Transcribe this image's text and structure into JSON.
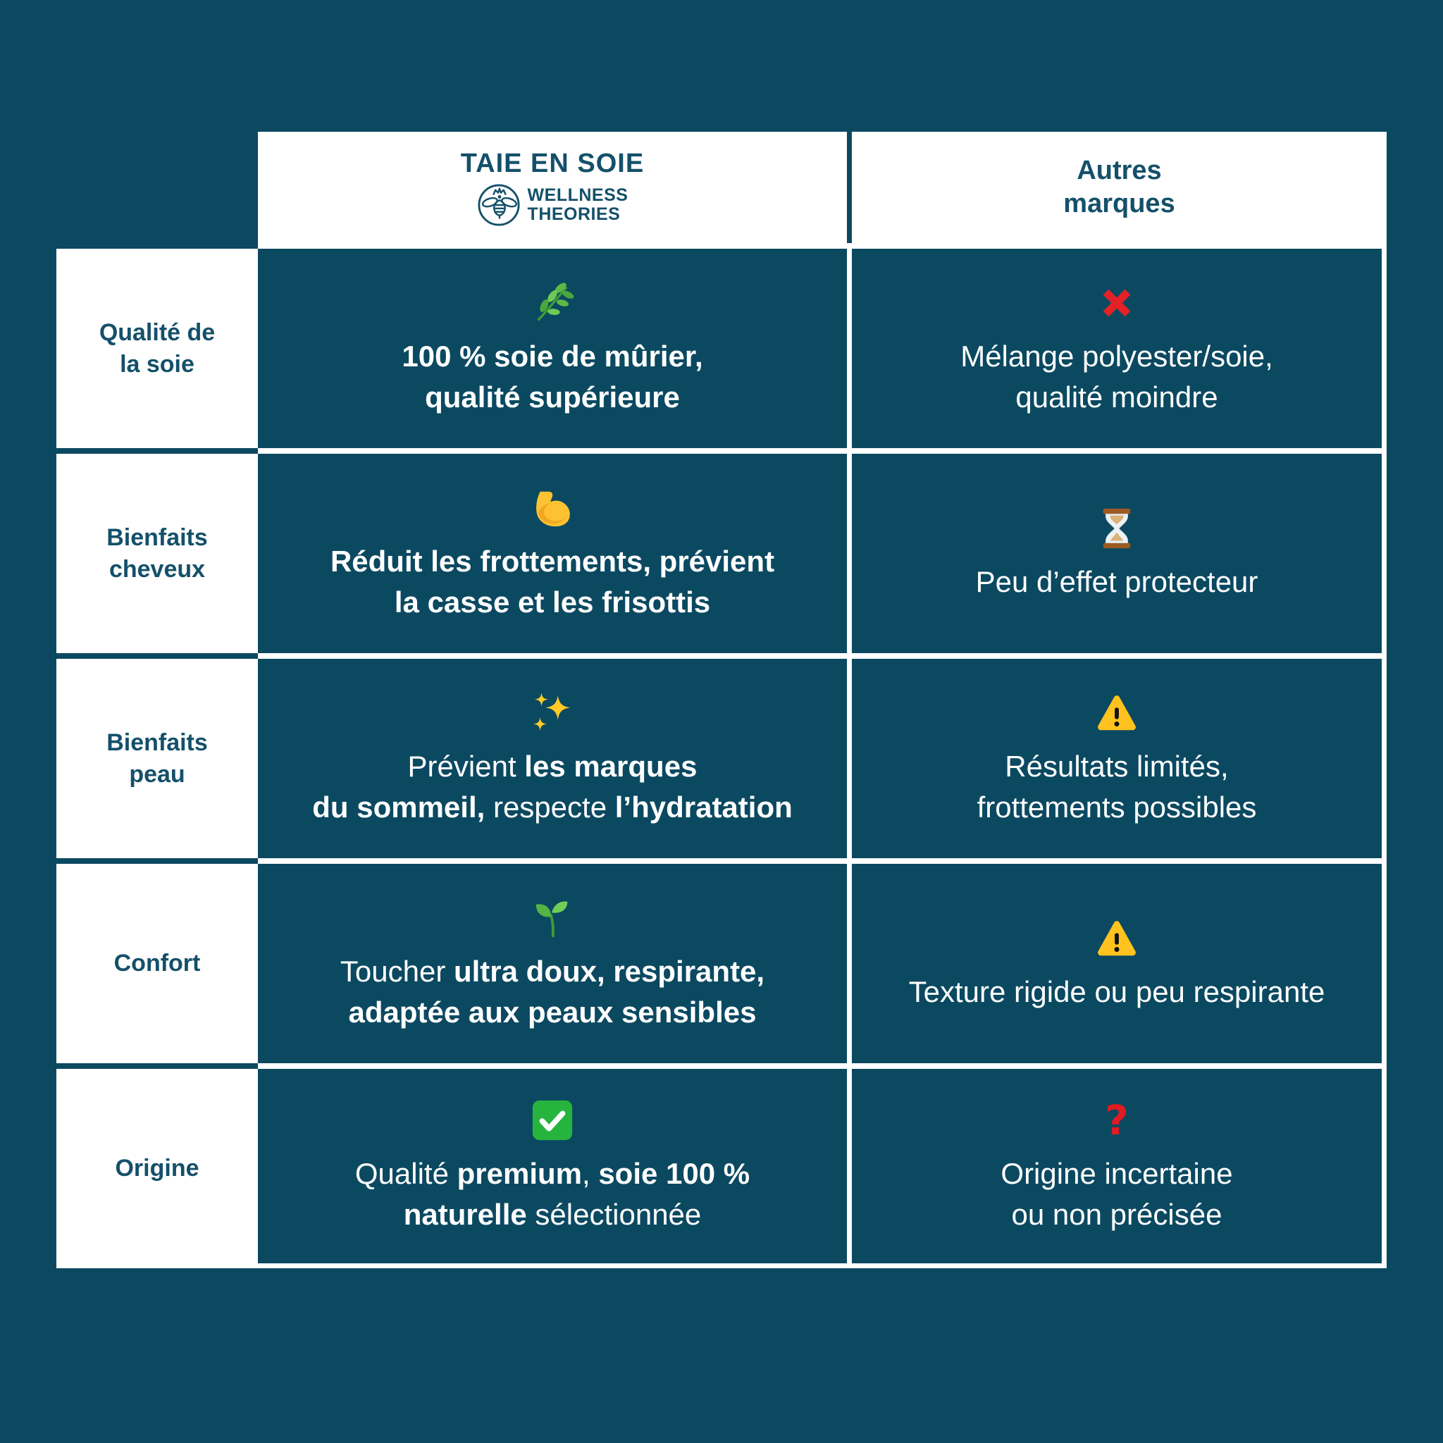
{
  "colors": {
    "background": "#0b4961",
    "cell": "#0b4961",
    "text_dark": "#14506a",
    "text_light": "#ffffff",
    "accent_red": "#e32127",
    "accent_yellow": "#ffc21e",
    "accent_green": "#27b43e"
  },
  "header": {
    "ours_title": "TAIE EN SOIE",
    "brand": {
      "logo_icon": "bee-crown-logo-icon",
      "line1": "WELLNESS",
      "line2": "THEORIES"
    },
    "others_title": "Autres\nmarques"
  },
  "rows": [
    {
      "label": "Qualité de\nla soie",
      "ours": {
        "icon": "herb-icon",
        "segments": [
          {
            "text": "100 % soie de mûrier,\nqualité supérieure",
            "bold": true
          }
        ]
      },
      "others": {
        "icon": "cross-mark-icon",
        "segments": [
          {
            "text": "Mélange polyester/soie,\nqualité moindre",
            "bold": false
          }
        ]
      }
    },
    {
      "label": "Bienfaits\ncheveux",
      "ours": {
        "icon": "flexed-biceps-icon",
        "segments": [
          {
            "text": "Réduit les frottements, prévient\nla casse et les frisottis",
            "bold": true
          }
        ]
      },
      "others": {
        "icon": "hourglass-icon",
        "segments": [
          {
            "text": "Peu d’effet protecteur",
            "bold": false
          }
        ]
      }
    },
    {
      "label": "Bienfaits\npeau",
      "ours": {
        "icon": "sparkles-icon",
        "segments": [
          {
            "text": "Prévient ",
            "bold": false
          },
          {
            "text": "les marques\ndu sommeil,",
            "bold": true
          },
          {
            "text": " respecte ",
            "bold": false
          },
          {
            "text": "l’hydratation",
            "bold": true
          }
        ]
      },
      "others": {
        "icon": "warning-icon",
        "segments": [
          {
            "text": "Résultats limités,\nfrottements possibles",
            "bold": false
          }
        ]
      }
    },
    {
      "label": "Confort",
      "ours": {
        "icon": "seedling-icon",
        "segments": [
          {
            "text": "Toucher ",
            "bold": false
          },
          {
            "text": "ultra doux, respirante,\nadaptée aux peaux sensibles",
            "bold": true
          }
        ]
      },
      "others": {
        "icon": "warning-icon",
        "segments": [
          {
            "text": "Texture rigide ou peu respirante",
            "bold": false
          }
        ]
      }
    },
    {
      "label": "Origine",
      "ours": {
        "icon": "check-mark-button-icon",
        "segments": [
          {
            "text": "Qualité ",
            "bold": false
          },
          {
            "text": "premium",
            "bold": true
          },
          {
            "text": ", ",
            "bold": false
          },
          {
            "text": "soie 100 %\nnaturelle",
            "bold": true
          },
          {
            "text": " sélectionnée",
            "bold": false
          }
        ]
      },
      "others": {
        "icon": "question-mark-icon",
        "segments": [
          {
            "text": "Origine incertaine\nou non précisée",
            "bold": false
          }
        ]
      }
    }
  ]
}
